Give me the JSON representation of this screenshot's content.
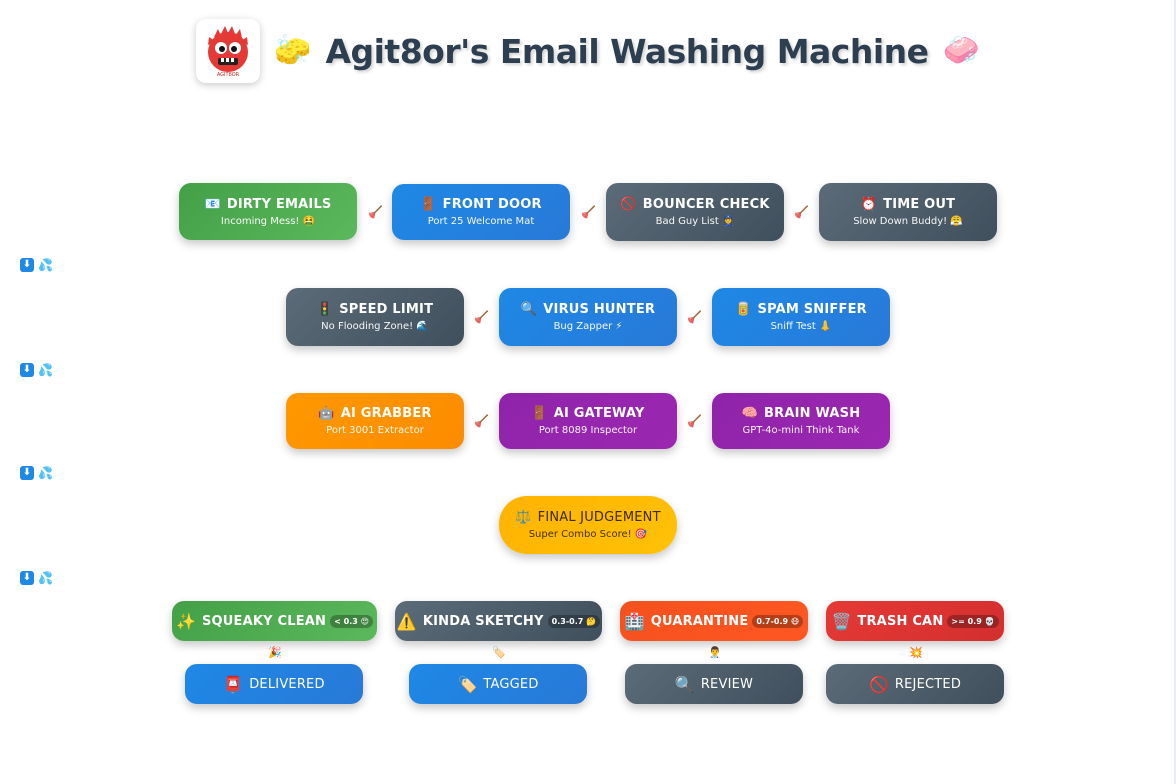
{
  "header": {
    "title": "Agit8or's Email Washing Machine",
    "left_emoji": "🧽",
    "right_emoji": "🧼",
    "logo_caption": "AGIT8OR"
  },
  "connector": "🪠",
  "row_marker": {
    "arrow": "⬇",
    "drops": "💦"
  },
  "nodes": {
    "dirty_emails": {
      "icon": "📧",
      "label": "DIRTY EMAILS",
      "sub": "Incoming Mess! 🤮"
    },
    "front_door": {
      "icon": "🚪",
      "label": "FRONT DOOR",
      "sub": "Port 25 Welcome Mat"
    },
    "bouncer_check": {
      "icon": "🚫",
      "label": "BOUNCER CHECK",
      "sub": "Bad Guy List 👮"
    },
    "time_out": {
      "icon": "⏰",
      "label": "TIME OUT",
      "sub": "Slow Down Buddy! 😤"
    },
    "speed_limit": {
      "icon": "🚦",
      "label": "SPEED LIMIT",
      "sub": "No Flooding Zone! 🌊"
    },
    "virus_hunter": {
      "icon": "🔍",
      "label": "VIRUS HUNTER",
      "sub": "Bug Zapper ⚡"
    },
    "spam_sniffer": {
      "icon": "🥫",
      "label": "SPAM SNIFFER",
      "sub": "Sniff Test 👃"
    },
    "ai_grabber": {
      "icon": "🤖",
      "label": "AI GRABBER",
      "sub": "Port 3001 Extractor"
    },
    "ai_gateway": {
      "icon": "🚪",
      "label": "AI GATEWAY",
      "sub": "Port 8089 Inspector"
    },
    "brain_wash": {
      "icon": "🧠",
      "label": "BRAIN WASH",
      "sub": "GPT-4o-mini Think Tank"
    },
    "final_judgement": {
      "icon": "⚖️",
      "label": "FINAL JUDGEMENT",
      "sub": "Super Combo Score! 🎯"
    },
    "squeaky_clean": {
      "icon": "✨",
      "label": "SQUEAKY CLEAN",
      "badge": "< 0.3 😍"
    },
    "kinda_sketchy": {
      "icon": "⚠️",
      "label": "KINDA SKETCHY",
      "badge": "0.3-0.7 🤔"
    },
    "quarantine": {
      "icon": "🏥",
      "label": "QUARANTINE",
      "badge": "0.7-0.9 😷"
    },
    "trash_can": {
      "icon": "🗑️",
      "label": "TRASH CAN",
      "badge": ">= 0.9 💀"
    },
    "delivered": {
      "icon": "📮",
      "label": "DELIVERED"
    },
    "tagged": {
      "icon": "🏷️",
      "label": "TAGGED"
    },
    "review": {
      "icon": "🔍",
      "label": "REVIEW"
    },
    "rejected": {
      "icon": "🚫",
      "label": "REJECTED"
    }
  },
  "outcome_emojis": {
    "squeaky_clean": "🎉",
    "kinda_sketchy": "🏷️",
    "quarantine": "👨‍⚕️",
    "trash_can": "💥"
  }
}
